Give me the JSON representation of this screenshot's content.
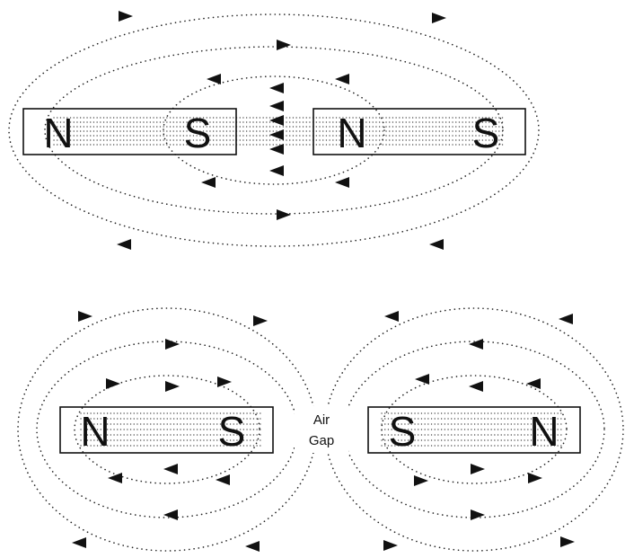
{
  "figure_top": {
    "left_magnet": {
      "pole_left": "N",
      "pole_right": "S"
    },
    "right_magnet": {
      "pole_left": "N",
      "pole_right": "S"
    }
  },
  "figure_bottom": {
    "left_magnet": {
      "pole_left": "N",
      "pole_right": "S"
    },
    "right_magnet": {
      "pole_left": "S",
      "pole_right": "N"
    },
    "gap_label_line1": "Air",
    "gap_label_line2": "Gap"
  }
}
